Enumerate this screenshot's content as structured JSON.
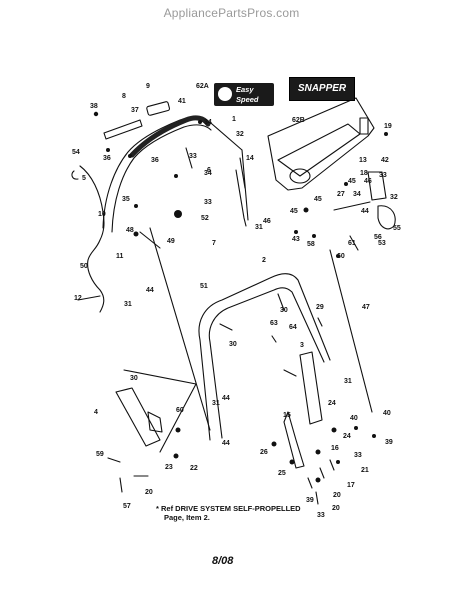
{
  "watermark": "AppliancePartsPros.com",
  "badges": {
    "easy_line1": "Easy",
    "easy_line2": "Speed",
    "snapper": "SNAPPER"
  },
  "note": {
    "line1": "* Ref DRIVE SYSTEM SELF-PROPELLED",
    "line2": "Page, Item 2."
  },
  "date": "8/08",
  "callouts": [
    "9",
    "62A",
    "41",
    "8",
    "38",
    "37",
    "1",
    "34",
    "32",
    "36",
    "36",
    "33",
    "54",
    "14",
    "6",
    "5",
    "34",
    "35",
    "33",
    "10",
    "52",
    "48",
    "49",
    "7",
    "62B",
    "19",
    "18",
    "13",
    "42",
    "33",
    "32",
    "45",
    "46",
    "27",
    "34",
    "45",
    "45",
    "46",
    "31",
    "44",
    "56",
    "55",
    "53",
    "43",
    "58",
    "61",
    "60",
    "11",
    "50",
    "12",
    "31",
    "44",
    "51",
    "2",
    "30",
    "29",
    "47",
    "63",
    "64",
    "30",
    "3",
    "31",
    "44",
    "30",
    "4",
    "60",
    "24",
    "31",
    "44",
    "15",
    "40",
    "40",
    "39",
    "24",
    "33",
    "23",
    "22",
    "59",
    "26",
    "16",
    "21",
    "25",
    "17",
    "20",
    "20",
    "57",
    "39",
    "33",
    "20"
  ]
}
